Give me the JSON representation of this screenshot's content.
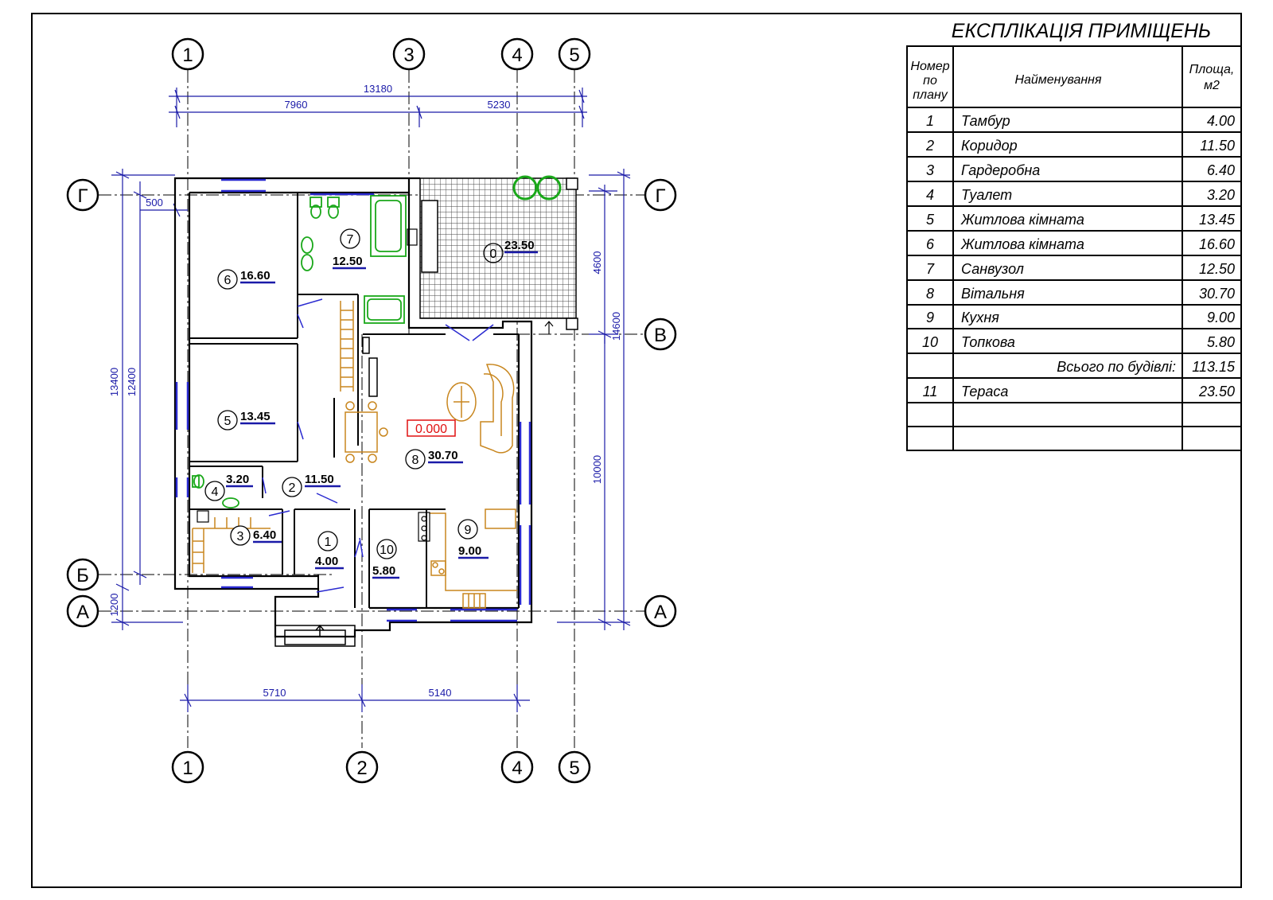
{
  "axes": {
    "vertical_top": [
      "1",
      "3",
      "4",
      "5"
    ],
    "vertical_bottom": [
      "1",
      "2",
      "4",
      "5"
    ],
    "horizontal_left": [
      "Г",
      "Б",
      "А"
    ],
    "horizontal_right": [
      "Г",
      "В",
      "А"
    ]
  },
  "dimensions": {
    "top_total": "13180",
    "top_left": "7960",
    "top_right": "5230",
    "left_outer": "13400",
    "left_inner": "12400",
    "left_bottom": "1200",
    "left_offset": "500",
    "right_upper": "4600",
    "right_total": "14600",
    "right_lower": "10000",
    "bottom_left": "5710",
    "bottom_right": "5140"
  },
  "level_mark": "0.000",
  "rooms": [
    {
      "num": "1",
      "area": "4.00"
    },
    {
      "num": "2",
      "area": "11.50"
    },
    {
      "num": "3",
      "area": "6.40"
    },
    {
      "num": "4",
      "area": "3.20"
    },
    {
      "num": "5",
      "area": "13.45"
    },
    {
      "num": "6",
      "area": "16.60"
    },
    {
      "num": "7",
      "area": "12.50"
    },
    {
      "num": "8",
      "area": "30.70"
    },
    {
      "num": "9",
      "area": "9.00"
    },
    {
      "num": "10",
      "area": "5.80"
    },
    {
      "num": "0",
      "area": "23.50"
    }
  ],
  "table": {
    "title": "ЕКСПЛІКАЦІЯ ПРИМІЩЕНЬ",
    "header": {
      "num_lines": [
        "Номер",
        "по",
        "плану"
      ],
      "name": "Найменування",
      "area_lines": [
        "Площа,",
        "м2"
      ]
    },
    "rows": [
      {
        "num": "1",
        "name": "Тамбур",
        "area": "4.00"
      },
      {
        "num": "2",
        "name": "Коридор",
        "area": "11.50"
      },
      {
        "num": "3",
        "name": "Гардеробна",
        "area": "6.40"
      },
      {
        "num": "4",
        "name": "Туалет",
        "area": "3.20"
      },
      {
        "num": "5",
        "name": "Житлова кімната",
        "area": "13.45"
      },
      {
        "num": "6",
        "name": "Житлова кімната",
        "area": "16.60"
      },
      {
        "num": "7",
        "name": "Санвузол",
        "area": "12.50"
      },
      {
        "num": "8",
        "name": "Вітальня",
        "area": "30.70"
      },
      {
        "num": "9",
        "name": "Кухня",
        "area": "9.00"
      },
      {
        "num": "10",
        "name": "Топкова",
        "area": "5.80"
      }
    ],
    "total_label": "Всього по будівлі:",
    "total_value": "113.15",
    "extra_row": {
      "num": "11",
      "name": "Тераса",
      "area": "23.50"
    }
  },
  "colors": {
    "wall": "#000000",
    "dimension": "#1a1aa8",
    "furniture": "#c8861e",
    "plumbing": "#1aa81a",
    "level_mark": "#e01010",
    "window": "#2a2ad0"
  }
}
